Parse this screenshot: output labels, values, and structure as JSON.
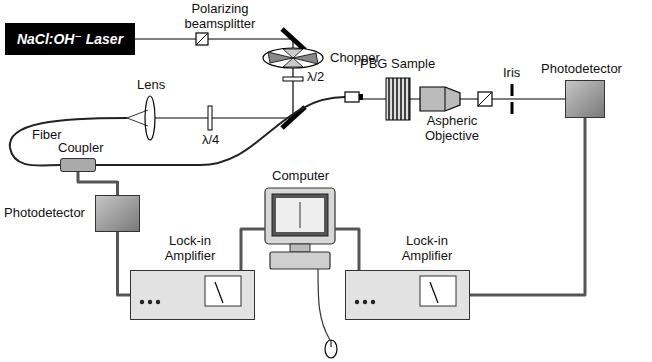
{
  "diagram": {
    "nodes": [
      {
        "text": [
          "NaCl:OH⁻ Laser"
        ]
      },
      {
        "text": [
          "Photodetector"
        ]
      },
      {
        "text": [
          "Coupler"
        ]
      },
      {
        "text": [
          "Photodetector"
        ]
      },
      {
        "text": [
          "Computer"
        ]
      },
      {
        "text": [
          "Lock-in Amplifier"
        ]
      },
      {
        "text": [
          "Lock-in Amplifier"
        ]
      }
    ],
    "edges": [
      {
        "from": 2,
        "to": 3,
        "arrow": "none"
      },
      {
        "from": 3,
        "to": 5,
        "arrow": "none"
      },
      {
        "from": 5,
        "to": 4,
        "arrow": "none"
      },
      {
        "from": 6,
        "to": 4,
        "arrow": "none"
      },
      {
        "from": 1,
        "to": 6,
        "arrow": "none"
      }
    ],
    "labels": [
      "Polarizing beamsplitter",
      "Chopper",
      "λ/2",
      "Lens",
      "λ/4",
      "Fiber",
      "PBG Sample",
      "Aspheric Objective",
      "Iris"
    ]
  }
}
